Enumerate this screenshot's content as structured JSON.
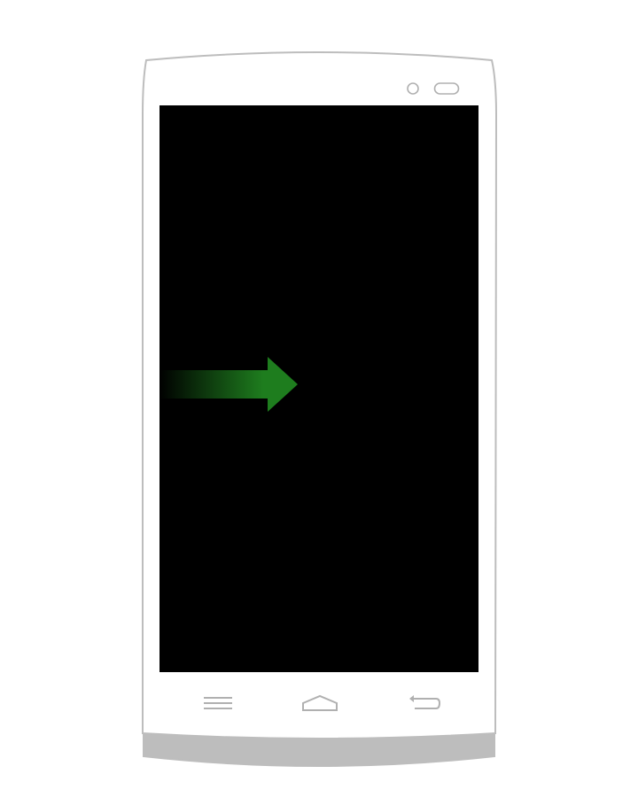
{
  "device": {
    "type": "android-phone",
    "frame_color": "#bdbdbd",
    "body_color": "#ffffff",
    "chin_color": "#bdbdbd",
    "screen_color": "#000000"
  },
  "screen": {
    "state": "off-black",
    "gesture_hint": {
      "icon": "swipe-right-arrow-icon",
      "direction": "right",
      "color": "#1e7d1e"
    }
  },
  "nav_bar": {
    "buttons": [
      {
        "name": "menu",
        "icon": "menu-lines-icon"
      },
      {
        "name": "home",
        "icon": "home-icon"
      },
      {
        "name": "back",
        "icon": "back-arrow-icon"
      }
    ],
    "icon_color": "#b0b0b0"
  },
  "top_bezel": {
    "icons": [
      "front-camera-icon",
      "earpiece-speaker-icon"
    ]
  }
}
